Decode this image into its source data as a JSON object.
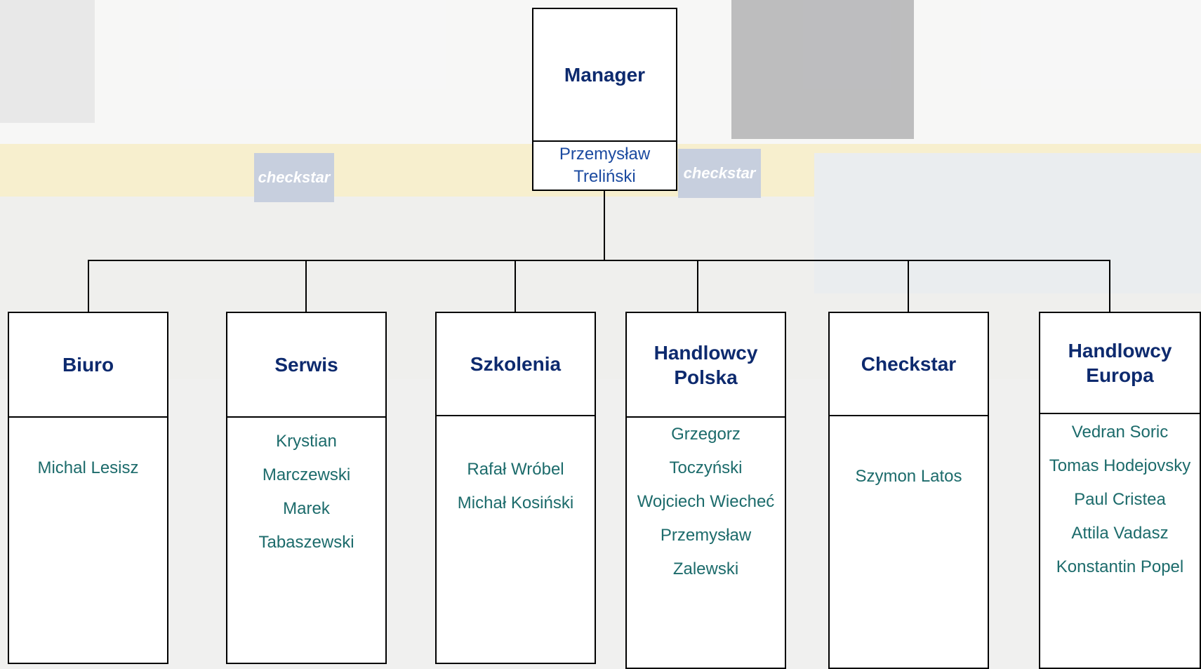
{
  "manager": {
    "title": "Manager",
    "members": [
      "Przemysław",
      "Treliński"
    ]
  },
  "departments": [
    {
      "title": [
        "Biuro"
      ],
      "members": [
        "Michal Lesisz"
      ]
    },
    {
      "title": [
        "Serwis"
      ],
      "members": [
        "Krystian",
        "Marczewski",
        "Marek",
        "Tabaszewski"
      ]
    },
    {
      "title": [
        "Szkolenia"
      ],
      "members": [
        "Rafał Wróbel",
        "Michał Kosiński"
      ]
    },
    {
      "title": [
        "Handlowcy",
        "Polska"
      ],
      "members": [
        "Grzegorz",
        "Toczyński",
        "Wojciech Wiecheć",
        "Przemysław",
        "Zalewski"
      ]
    },
    {
      "title": [
        "Checkstar"
      ],
      "members": [
        "Szymon Latos"
      ]
    },
    {
      "title": [
        "Handlowcy",
        "Europa"
      ],
      "members": [
        "Vedran Soric",
        "Tomas Hodejovsky",
        "Paul Cristea",
        "Attila Vadasz",
        "Konstantin Popel"
      ]
    }
  ],
  "background": {
    "signs": [
      "checkstar",
      "checkstar"
    ]
  },
  "colors": {
    "title": "#0d2a6e",
    "members": "#1c6b6b",
    "manager_members": "#1b4aa0",
    "stripe": "#f3e6b4"
  }
}
